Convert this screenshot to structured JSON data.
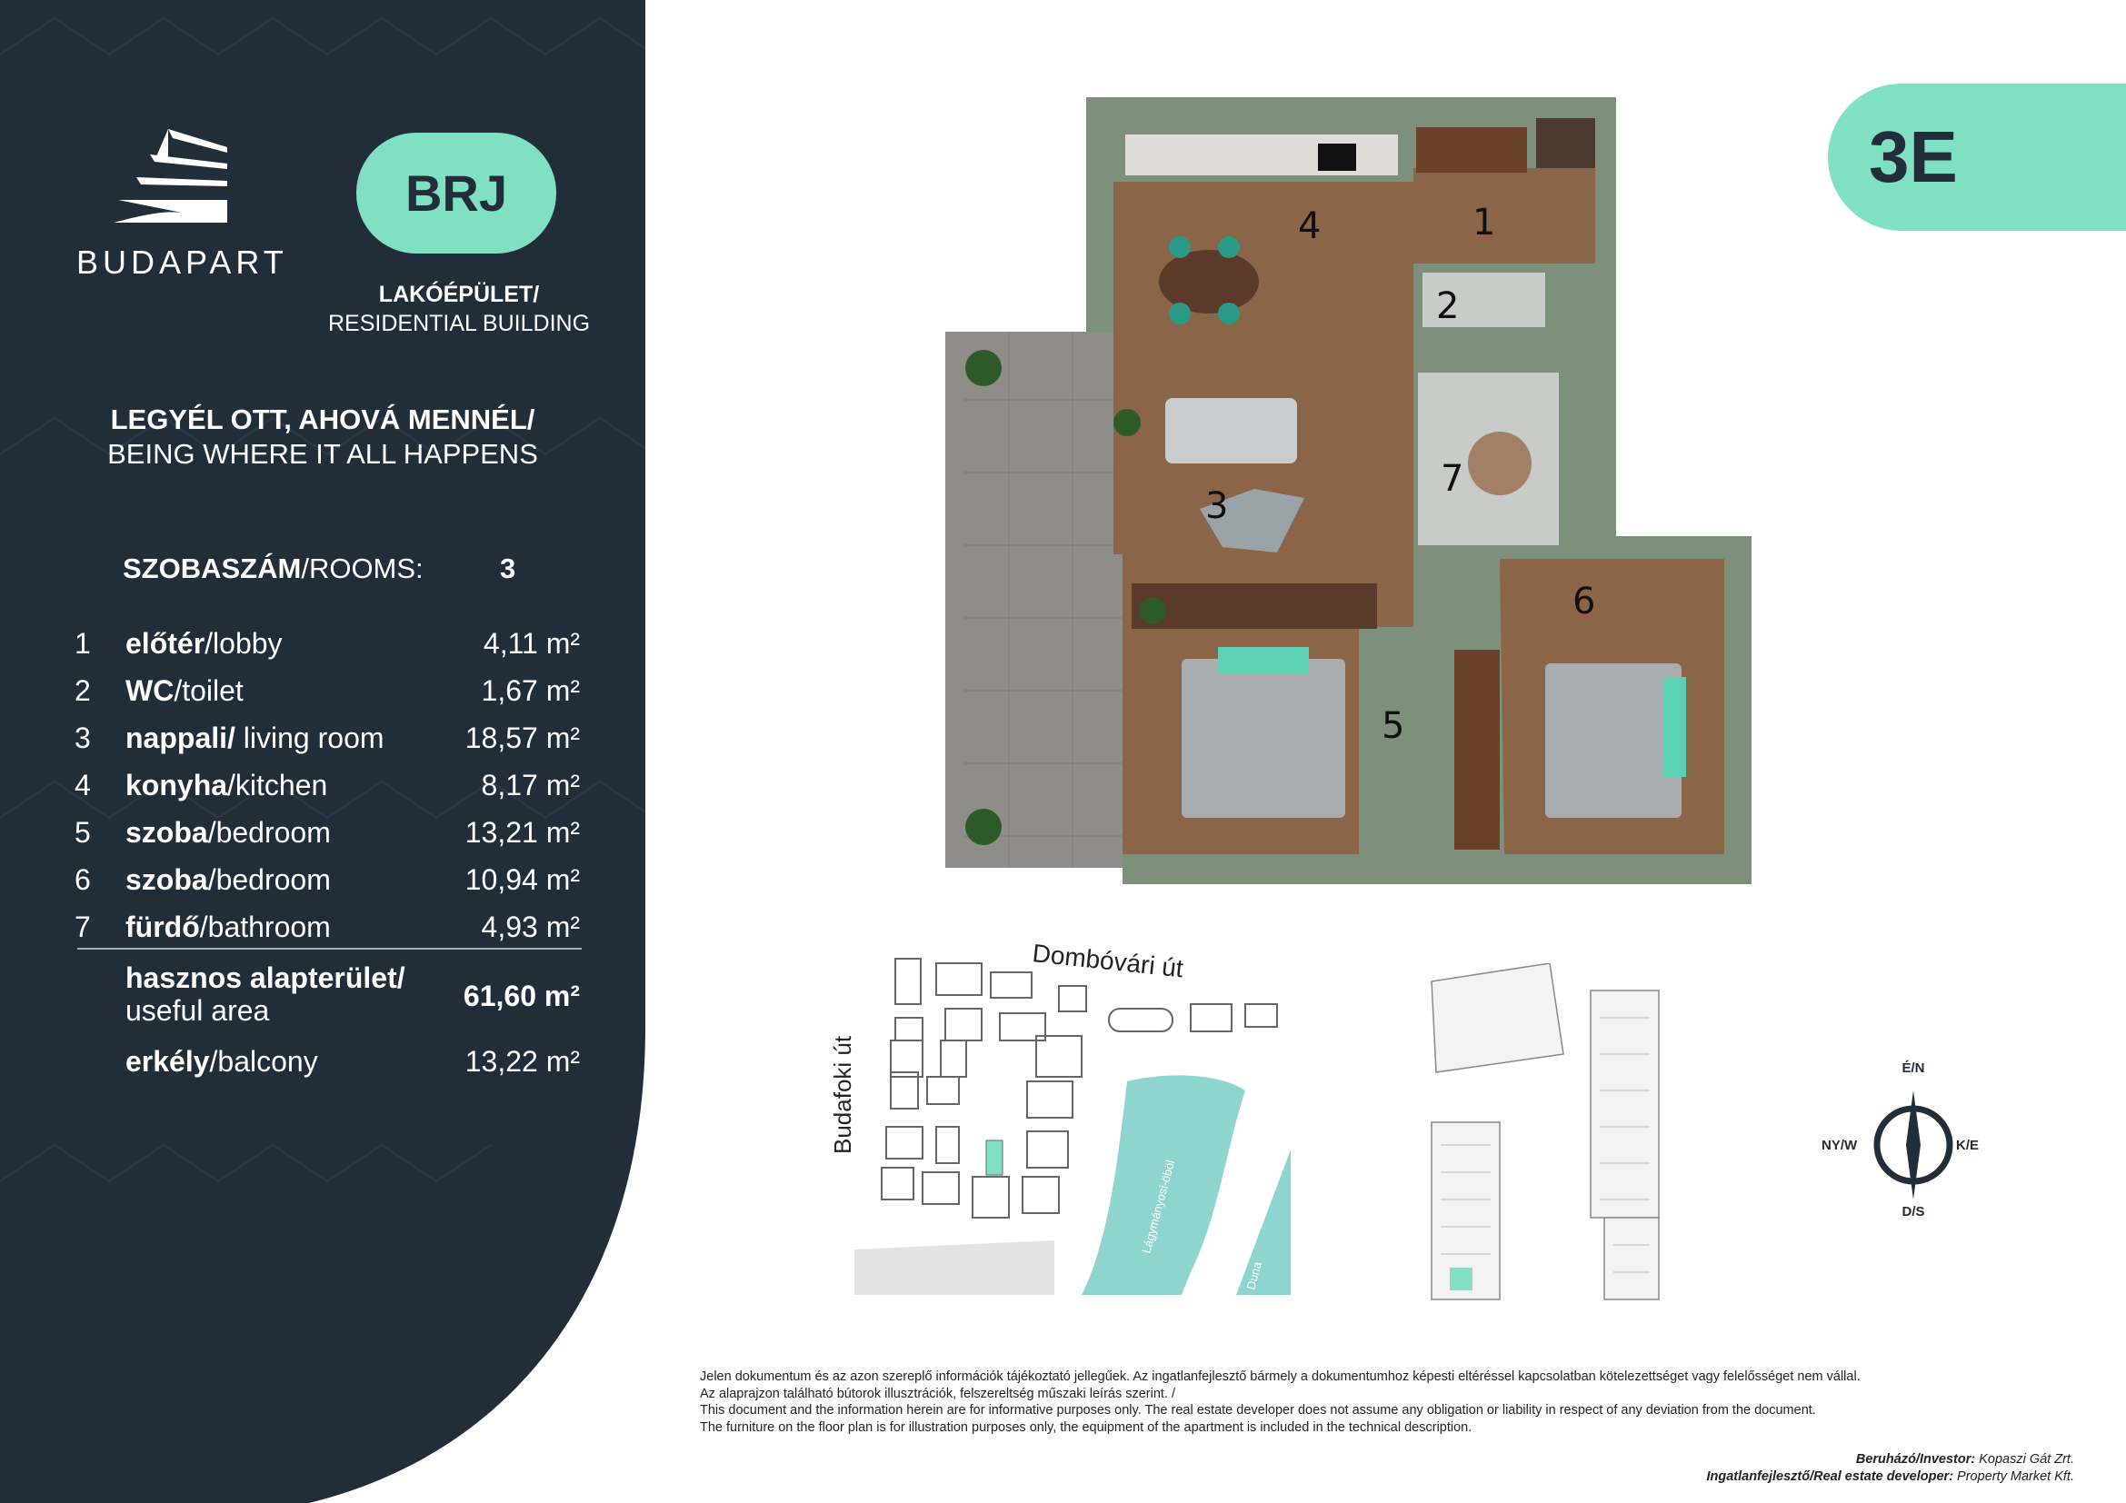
{
  "brand": {
    "name": "BUDAPART",
    "building_code": "BRJ",
    "building_type_hu": "LAKÓÉPÜLET/",
    "building_type_en": "RESIDENTIAL BUILDING"
  },
  "tagline": {
    "hu": "LEGYÉL OTT, AHOVÁ MENNÉL/",
    "en": "BEING WHERE IT ALL HAPPENS"
  },
  "rooms_count": {
    "label_hu": "SZOBASZÁM",
    "label_en": "/ROOMS:",
    "value": "3"
  },
  "rooms": [
    {
      "no": "1",
      "hu": "előtér",
      "en": "/lobby",
      "area": "4,11 m²"
    },
    {
      "no": "2",
      "hu": "WC",
      "en": "/toilet",
      "area": "1,67 m²"
    },
    {
      "no": "3",
      "hu": "nappali/",
      "en": " living room",
      "area": "18,57 m²"
    },
    {
      "no": "4",
      "hu": "konyha",
      "en": "/kitchen",
      "area": "8,17 m²"
    },
    {
      "no": "5",
      "hu": "szoba",
      "en": "/bedroom",
      "area": "13,21 m²"
    },
    {
      "no": "6",
      "hu": "szoba",
      "en": "/bedroom",
      "area": "10,94 m²"
    },
    {
      "no": "7",
      "hu": "fürdő",
      "en": "/bathroom",
      "area": "4,93 m²"
    }
  ],
  "useful_area": {
    "hu": "hasznos alapterület/",
    "en": "useful area",
    "value": "61,60 m²"
  },
  "balcony": {
    "hu": "erkély",
    "en": "/balcony",
    "value": "13,22 m²"
  },
  "apartment_id": "3E",
  "map": {
    "street1": "Dombóvári út",
    "street2": "Budafoki út",
    "water1": "Lágymányosi-öböl",
    "water2": "Duna"
  },
  "compass": {
    "n": "É/N",
    "s": "D/S",
    "w": "NY/W",
    "e": "K/E"
  },
  "disclaimer": [
    "Jelen dokumentum és az azon szereplő információk tájékoztató jellegűek. Az ingatlanfejlesztő bármely a dokumentumhoz képesti eltéréssel kapcsolatban kötelezettséget vagy felelősséget nem vállal.",
    "Az alaprajzon található bútorok illusztrációk, felszereltség műszaki leírás szerint. /",
    "This document and the information herein are for informative purposes only. The real estate developer does not assume any obligation or liability in respect of any deviation from the document.",
    "The furniture on the floor plan is for illustration purposes only, the equipment of the apartment is included in the technical description."
  ],
  "credits": {
    "investor_label": "Beruházó/Investor:",
    "investor": " Kopaszi Gát Zrt.",
    "developer_label": "Ingatlanfejlesztő/Real estate developer:",
    "developer": " Property Market Kft."
  },
  "colors": {
    "sidebar": "#222d3a",
    "accent": "#7fe0c4",
    "wall": "#7d907c",
    "floor": "#8a6548"
  }
}
